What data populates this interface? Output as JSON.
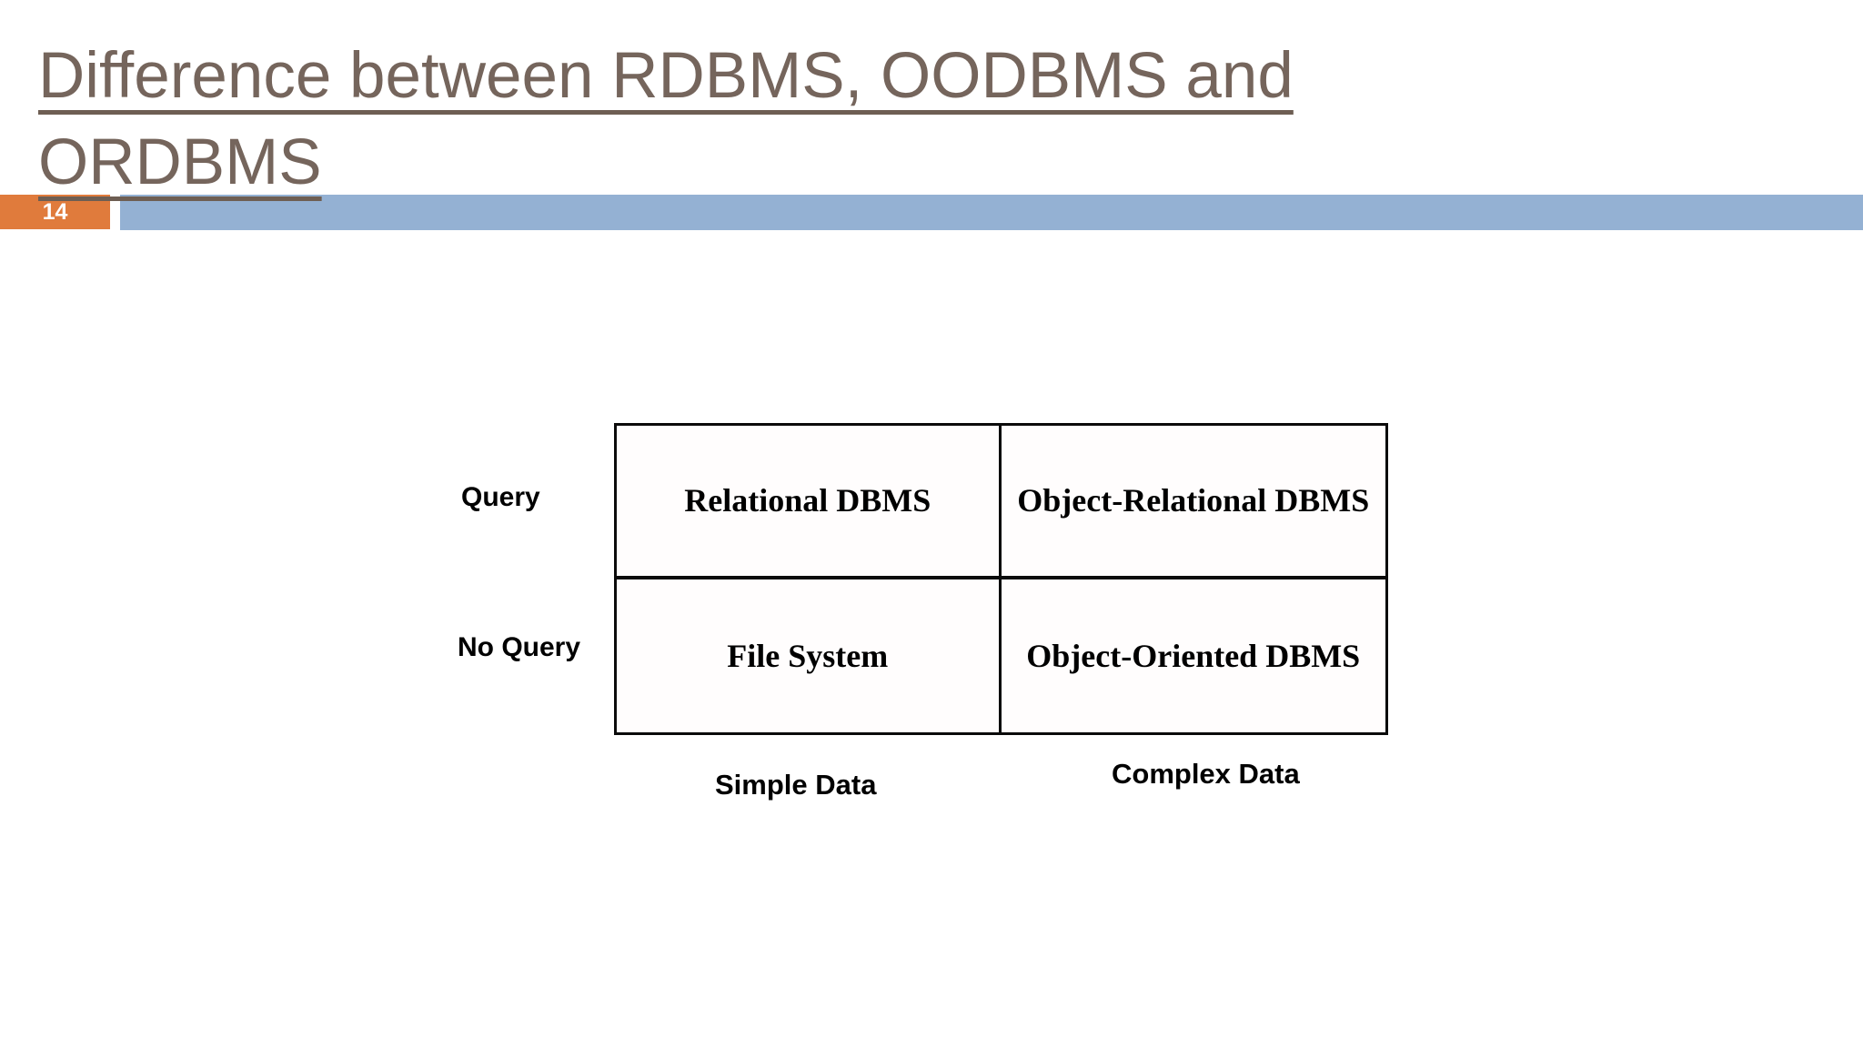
{
  "slide": {
    "title_line1": "Difference between RDBMS, OODBMS and",
    "title_line2": "ORDBMS",
    "page_number": "14",
    "accent_colors": {
      "title_text": "#75655C",
      "page_badge_bg": "#E07B3C",
      "divider_bar_bg": "#94B1D3"
    }
  },
  "diagram": {
    "row_labels": [
      "Query",
      "No Query"
    ],
    "col_labels": [
      "Simple Data",
      "Complex Data"
    ],
    "cells": [
      {
        "row": "Query",
        "col": "Simple Data",
        "label": "Relational DBMS"
      },
      {
        "row": "Query",
        "col": "Complex Data",
        "label": "Object-Relational DBMS"
      },
      {
        "row": "No Query",
        "col": "Simple Data",
        "label": "File System"
      },
      {
        "row": "No Query",
        "col": "Complex Data",
        "label": "Object-Oriented DBMS"
      }
    ]
  }
}
